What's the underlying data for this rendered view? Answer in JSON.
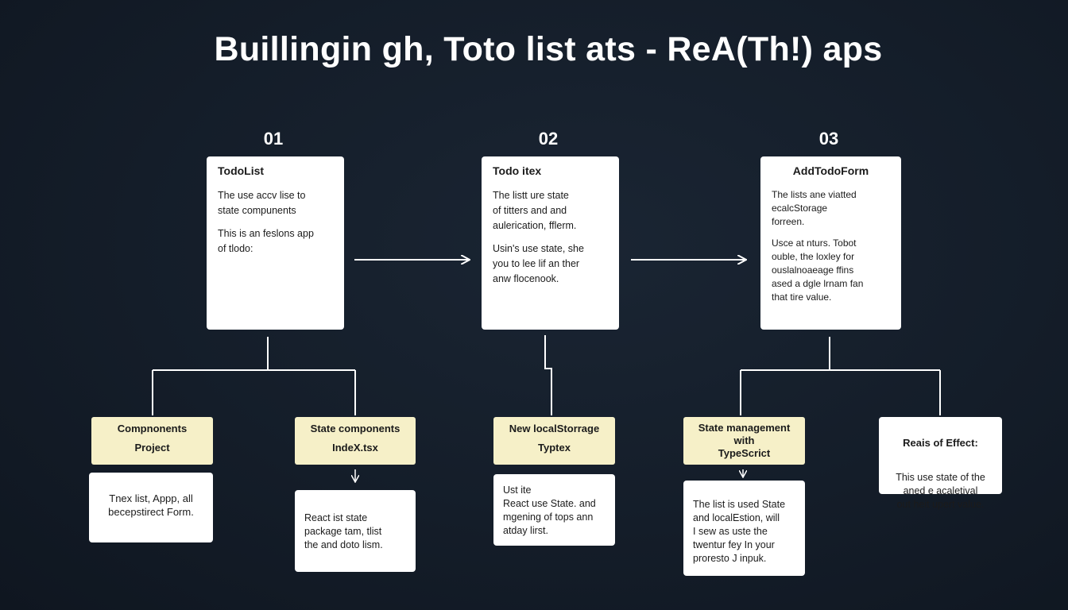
{
  "title": "Buillingin gh, Toto list ats - ReA(Th!)  aps",
  "steps": [
    {
      "number": "01",
      "card": {
        "heading": "TodoList",
        "paragraphs": [
          "The use accv lise to\nstate compunents",
          "This is an feslons app\nof tlodo:"
        ]
      },
      "children": [
        {
          "label_line1": "Compnonents",
          "label_line2": "Project",
          "box_text": "Tnex list, Appp, all\nbecepstirect Form."
        },
        {
          "label_line1": "State components",
          "label_line2": "IndeX.tsx",
          "box_text": "React ist state\npackage tam, tlist\nthe and doto lism."
        }
      ]
    },
    {
      "number": "02",
      "card": {
        "heading": "Todo itex",
        "paragraphs": [
          "The listt ure state\nof titters and and\naulerication, fflerm.",
          "Usin's use state, she\nyou to lee lif an ther\nanw flocenook."
        ]
      },
      "children": [
        {
          "label_line1": "New localStorrage",
          "label_line2": "Typtex",
          "box_text": "Ust ite\nReact use State. and\nmgening of tops ann\natday lirst."
        }
      ]
    },
    {
      "number": "03",
      "card": {
        "heading": "AddTodoForm",
        "paragraphs": [
          "The lists ane viatted\necalcStorage\nforreen.",
          "Usce at nturs. Tobot\nouble, the loxley for\nouslalnoaeage ffins\nased a dgle lrnam fan\nthat tire value."
        ]
      },
      "children": [
        {
          "label_line1": "State management\nwith\nTypeScrict",
          "label_line2": "",
          "box_text": "The list is used State\nand localEstion, will\nI sew  as  uste  the\ntwentur  fey In  your\nproresto J inpuk."
        },
        {
          "label_line1": "Reais of Effect:",
          "label_line2": "",
          "box_text": "This use state of the\naned e acaletival\nout heit upert value."
        }
      ]
    }
  ],
  "colors": {
    "background": "#141d29",
    "card": "#ffffff",
    "label": "#f6f0c8",
    "connector": "#ffffff"
  }
}
